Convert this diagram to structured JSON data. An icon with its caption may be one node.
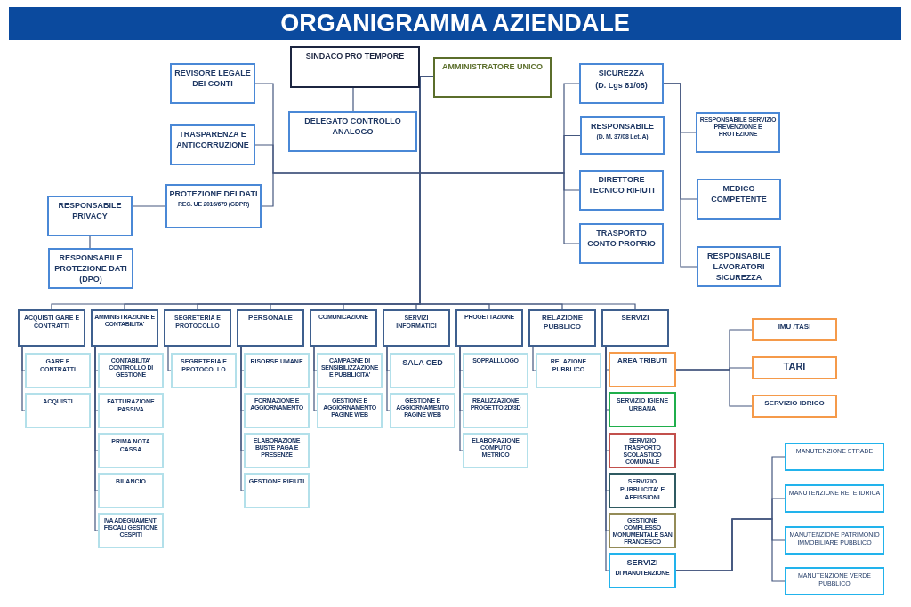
{
  "diagram": {
    "title": "ORGANIGRAMMA AZIENDALE",
    "nodes": [
      {
        "text": [
          "SINDACO PRO TEMPORE"
        ]
      },
      {
        "text": [
          "AMMINISTRATORE UNICO"
        ]
      },
      {
        "text": [
          "DELEGATO CONTROLLO ANALOGO"
        ]
      },
      {
        "text": [
          "REVISORE LEGALE DEI CONTI"
        ]
      },
      {
        "text": [
          "TRASPARENZA E ANTICORRUZIONE"
        ]
      },
      {
        "text": [
          "PROTEZIONE DEI DATI",
          "REG. UE 2016/679 (GDPR)"
        ]
      },
      {
        "text": [
          "RESPONSABILE PRIVACY"
        ]
      },
      {
        "text": [
          "RESPONSABILE PROTEZIONE DATI (DPO)"
        ]
      },
      {
        "text": [
          "SICUREZZA",
          "(D. Lgs 81/08)"
        ]
      },
      {
        "text": [
          "RESPONSABILE",
          "(D. M. 37/08 Let. A)"
        ]
      },
      {
        "text": [
          "DIRETTORE TECNICO RIFIUTI"
        ]
      },
      {
        "text": [
          "TRASPORTO CONTO PROPRIO"
        ]
      },
      {
        "text": [
          "RESPONSABILE SERVIZIO PREVENZIONE E PROTEZIONE"
        ]
      },
      {
        "text": [
          "MEDICO COMPETENTE"
        ]
      },
      {
        "text": [
          "RESPONSABILE LAVORATORI SICUREZZA"
        ]
      },
      {
        "text": [
          "ACQUISTI GARE E CONTRATTI"
        ]
      },
      {
        "text": [
          "AMMINISTRAZIONE E CONTABILITA'"
        ]
      },
      {
        "text": [
          "SEGRETERIA E PROTOCOLLO"
        ]
      },
      {
        "text": [
          "PERSONALE"
        ]
      },
      {
        "text": [
          "COMUNICAZIONE"
        ]
      },
      {
        "text": [
          "SERVIZI INFORMATICI"
        ]
      },
      {
        "text": [
          "PROGETTAZIONE"
        ]
      },
      {
        "text": [
          "RELAZIONE PUBBLICO"
        ]
      },
      {
        "text": [
          "SERVIZI"
        ]
      },
      {
        "text": [
          "GARE E CONTRATTI"
        ]
      },
      {
        "text": [
          "ACQUISTI"
        ]
      },
      {
        "text": [
          "CONTABILITA' CONTROLLO DI GESTIONE"
        ]
      },
      {
        "text": [
          "FATTURAZIONE PASSIVA"
        ]
      },
      {
        "text": [
          "PRIMA NOTA CASSA"
        ]
      },
      {
        "text": [
          "BILANCIO"
        ]
      },
      {
        "text": [
          "IVA ADEGUAMENTI FISCALI GESTIONE CESPITI"
        ]
      },
      {
        "text": [
          "SEGRETERIA E PROTOCOLLO"
        ]
      },
      {
        "text": [
          "RISORSE UMANE"
        ]
      },
      {
        "text": [
          "FORMAZIONE E AGGIORNAMENTO"
        ]
      },
      {
        "text": [
          "ELABORAZIONE BUSTE PAGA E PRESENZE"
        ]
      },
      {
        "text": [
          "GESTIONE RIFIUTI"
        ]
      },
      {
        "text": [
          "CAMPAGNE DI SENSIBILIZZAZIONE E PUBBLICITA'"
        ]
      },
      {
        "text": [
          "GESTIONE E AGGIORNAMENTO PAGINE WEB"
        ]
      },
      {
        "text": [
          "SALA CED"
        ]
      },
      {
        "text": [
          "GESTIONE E AGGIORNAMENTO PAGINE WEB"
        ]
      },
      {
        "text": [
          "SOPRALLUOGO"
        ]
      },
      {
        "text": [
          "REALIZZAZIONE PROGETTO 2D/3D"
        ]
      },
      {
        "text": [
          "ELABORAZIONE COMPUTO METRICO"
        ]
      },
      {
        "text": [
          "RELAZIONE PUBBLICO"
        ]
      },
      {
        "text": [
          "AREA TRIBUTI"
        ]
      },
      {
        "text": [
          "SERVIZIO IGIENE URBANA"
        ]
      },
      {
        "text": [
          "SERVIZIO TRASPORTO SCOLASTICO COMUNALE"
        ]
      },
      {
        "text": [
          "SERVIZIO PUBBLICITA' E AFFISSIONI"
        ]
      },
      {
        "text": [
          "GESTIONE COMPLESSO MONUMENTALE SAN FRANCESCO"
        ]
      },
      {
        "text": [
          "SERVIZI",
          "DI MANUTENZIONE"
        ]
      },
      {
        "text": [
          "IMU /TASI"
        ]
      },
      {
        "text": [
          "TARI"
        ]
      },
      {
        "text": [
          "SERVIZIO IDRICO"
        ]
      },
      {
        "text": [
          "MANUTENZIONE STRADE"
        ]
      },
      {
        "text": [
          "MANUTENZIONE RETE IDRICA"
        ]
      },
      {
        "text": [
          "MANUTENZIONE PATRIMONIO IMMOBILIARE PUBBLICO"
        ]
      },
      {
        "text": [
          "MANUTENZIONE VERDE PUBBLICO"
        ]
      }
    ],
    "edges": [
      {
        "from": 0,
        "to": 1,
        "arrow": "none"
      },
      {
        "from": 0,
        "to": 2,
        "arrow": "none"
      },
      {
        "from": 1,
        "to": 3,
        "arrow": "none"
      },
      {
        "from": 1,
        "to": 4,
        "arrow": "none"
      },
      {
        "from": 1,
        "to": 5,
        "arrow": "none"
      },
      {
        "from": 1,
        "to": 8,
        "arrow": "none"
      },
      {
        "from": 1,
        "to": 9,
        "arrow": "none"
      },
      {
        "from": 1,
        "to": 10,
        "arrow": "none"
      },
      {
        "from": 1,
        "to": 11,
        "arrow": "none"
      },
      {
        "from": 8,
        "to": 12,
        "arrow": "none"
      },
      {
        "from": 8,
        "to": 13,
        "arrow": "none"
      },
      {
        "from": 8,
        "to": 14,
        "arrow": "none"
      },
      {
        "from": 5,
        "to": 6,
        "arrow": "none"
      },
      {
        "from": 6,
        "to": 7,
        "arrow": "none"
      },
      {
        "from": 1,
        "to": 15,
        "arrow": "none"
      },
      {
        "from": 1,
        "to": 16,
        "arrow": "none"
      },
      {
        "from": 1,
        "to": 17,
        "arrow": "none"
      },
      {
        "from": 1,
        "to": 18,
        "arrow": "none"
      },
      {
        "from": 1,
        "to": 19,
        "arrow": "none"
      },
      {
        "from": 1,
        "to": 20,
        "arrow": "none"
      },
      {
        "from": 1,
        "to": 21,
        "arrow": "none"
      },
      {
        "from": 1,
        "to": 22,
        "arrow": "none"
      },
      {
        "from": 1,
        "to": 23,
        "arrow": "none"
      },
      {
        "from": 15,
        "to": 24,
        "arrow": "none"
      },
      {
        "from": 15,
        "to": 25,
        "arrow": "none"
      },
      {
        "from": 16,
        "to": 26,
        "arrow": "none"
      },
      {
        "from": 16,
        "to": 27,
        "arrow": "none"
      },
      {
        "from": 16,
        "to": 28,
        "arrow": "none"
      },
      {
        "from": 16,
        "to": 29,
        "arrow": "none"
      },
      {
        "from": 16,
        "to": 30,
        "arrow": "none"
      },
      {
        "from": 17,
        "to": 31,
        "arrow": "none"
      },
      {
        "from": 18,
        "to": 32,
        "arrow": "none"
      },
      {
        "from": 18,
        "to": 33,
        "arrow": "none"
      },
      {
        "from": 18,
        "to": 34,
        "arrow": "none"
      },
      {
        "from": 18,
        "to": 35,
        "arrow": "none"
      },
      {
        "from": 19,
        "to": 36,
        "arrow": "none"
      },
      {
        "from": 19,
        "to": 37,
        "arrow": "none"
      },
      {
        "from": 20,
        "to": 38,
        "arrow": "none"
      },
      {
        "from": 20,
        "to": 39,
        "arrow": "none"
      },
      {
        "from": 21,
        "to": 40,
        "arrow": "none"
      },
      {
        "from": 21,
        "to": 41,
        "arrow": "none"
      },
      {
        "from": 21,
        "to": 42,
        "arrow": "none"
      },
      {
        "from": 22,
        "to": 43,
        "arrow": "none"
      },
      {
        "from": 23,
        "to": 44,
        "arrow": "none"
      },
      {
        "from": 23,
        "to": 45,
        "arrow": "none"
      },
      {
        "from": 23,
        "to": 46,
        "arrow": "none"
      },
      {
        "from": 23,
        "to": 47,
        "arrow": "none"
      },
      {
        "from": 23,
        "to": 48,
        "arrow": "none"
      },
      {
        "from": 23,
        "to": 49,
        "arrow": "none"
      },
      {
        "from": 44,
        "to": 50,
        "arrow": "none"
      },
      {
        "from": 44,
        "to": 51,
        "arrow": "none"
      },
      {
        "from": 44,
        "to": 52,
        "arrow": "none"
      },
      {
        "from": 49,
        "to": 53,
        "arrow": "none"
      },
      {
        "from": 49,
        "to": 54,
        "arrow": "none"
      },
      {
        "from": 49,
        "to": 55,
        "arrow": "none"
      },
      {
        "from": 49,
        "to": 56,
        "arrow": "none"
      }
    ]
  }
}
